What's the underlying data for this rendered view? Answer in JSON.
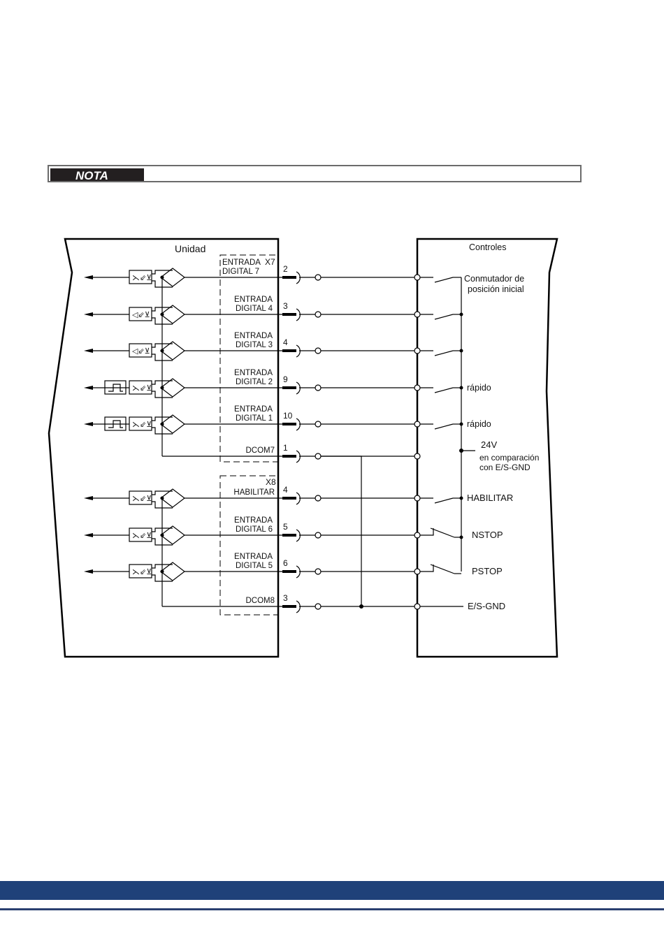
{
  "note": {
    "label": "NOTA"
  },
  "diagram": {
    "left_title": "Unidad",
    "right_title": "Controles",
    "connector_x7": "X7",
    "connector_x8": "X8",
    "rows": [
      {
        "pin": "2",
        "line1": "ENTRADA",
        "line2": "DIGITAL 7",
        "opto": "transistor",
        "right": "Conmutador de",
        "right2": "posición inicial",
        "switch": "no"
      },
      {
        "pin": "3",
        "line1": "ENTRADA",
        "line2": "DIGITAL 4",
        "opto": "amplifier",
        "right": "",
        "switch": "no"
      },
      {
        "pin": "4",
        "line1": "ENTRADA",
        "line2": "DIGITAL 3",
        "opto": "amplifier",
        "right": "",
        "switch": "no"
      },
      {
        "pin": "9",
        "line1": "ENTRADA",
        "line2": "DIGITAL 2",
        "opto": "pulse",
        "right": "rápido",
        "switch": "no"
      },
      {
        "pin": "10",
        "line1": "ENTRADA",
        "line2": "DIGITAL 1",
        "opto": "pulse",
        "right": "rápido",
        "switch": "no"
      },
      {
        "pin": "1",
        "line1": "",
        "line2": "DCOM7",
        "opto": "common",
        "right": "",
        "switch": "none"
      },
      {
        "pin": "4",
        "line1": "",
        "line2": "HABILITAR",
        "opto": "transistor",
        "right": "HABILITAR",
        "switch": "no"
      },
      {
        "pin": "5",
        "line1": "ENTRADA",
        "line2": "DIGITAL 6",
        "opto": "transistor",
        "right": "NSTOP",
        "switch": "nc"
      },
      {
        "pin": "6",
        "line1": "ENTRADA",
        "line2": "DIGITAL 5",
        "opto": "transistor",
        "right": "PSTOP",
        "switch": "nc"
      },
      {
        "pin": "3",
        "line1": "",
        "line2": "DCOM8",
        "opto": "common",
        "right": "E/S-GND",
        "switch": "none"
      }
    ],
    "supply": {
      "line1": "24V",
      "line2": "en comparación",
      "line3": "con E/S-GND"
    }
  },
  "colors": {
    "footer": "#1f4179"
  }
}
